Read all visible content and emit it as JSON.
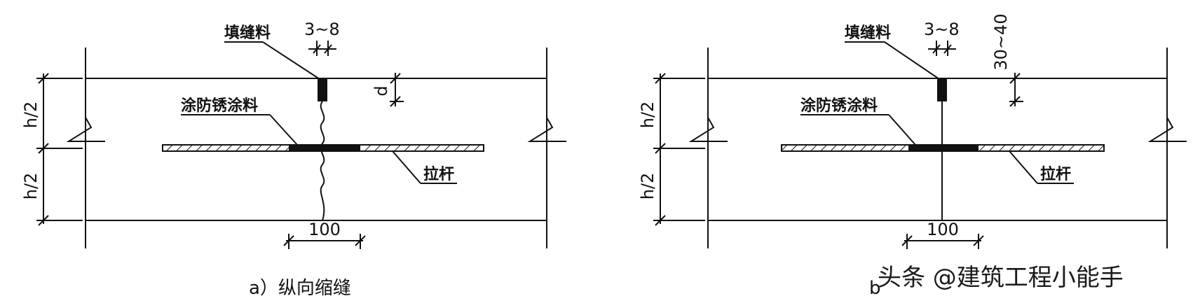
{
  "diagram_a": {
    "label_filler": "填缝料",
    "label_gap": "3~8",
    "label_coating": "涂防锈涂料",
    "label_tiebar": "拉杆",
    "label_depth": "d",
    "label_half_top": "h/2",
    "label_half_bottom": "h/2",
    "label_width": "100",
    "caption": "a）纵向缩缝"
  },
  "diagram_b": {
    "label_filler": "填缝料",
    "label_gap": "3~8",
    "label_depth": "30~40",
    "label_coating": "涂防锈涂料",
    "label_tiebar": "拉杆",
    "label_half_top": "h/2",
    "label_half_bottom": "h/2",
    "label_width": "100",
    "caption_prefix": "b"
  },
  "watermark": "头条 @建筑工程小能手"
}
